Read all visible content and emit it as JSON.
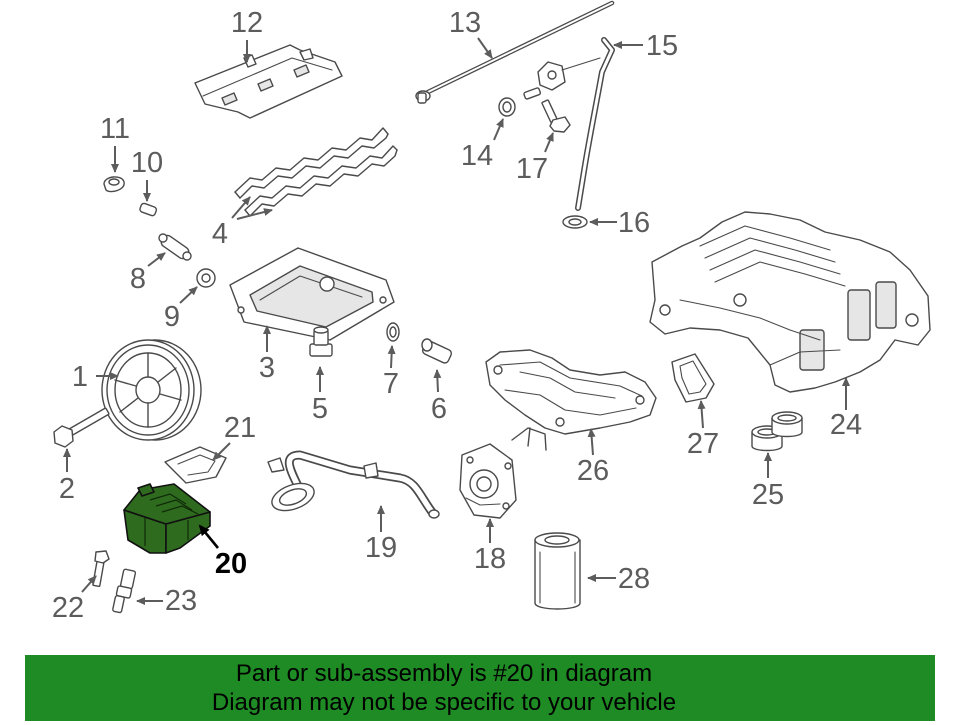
{
  "diagram": {
    "callouts": [
      "1",
      "2",
      "3",
      "4",
      "5",
      "6",
      "7",
      "8",
      "9",
      "10",
      "11",
      "12",
      "13",
      "14",
      "15",
      "16",
      "17",
      "18",
      "19",
      "20",
      "21",
      "22",
      "23",
      "24",
      "25",
      "26",
      "27",
      "28"
    ],
    "highlight_color": "#2e6b1e",
    "line_color": "#4a4a4a"
  },
  "banner": {
    "line1": "Part or sub-assembly is #20 in diagram",
    "line2": "Diagram may not be specific to your vehicle",
    "background": "#1f8b24"
  }
}
